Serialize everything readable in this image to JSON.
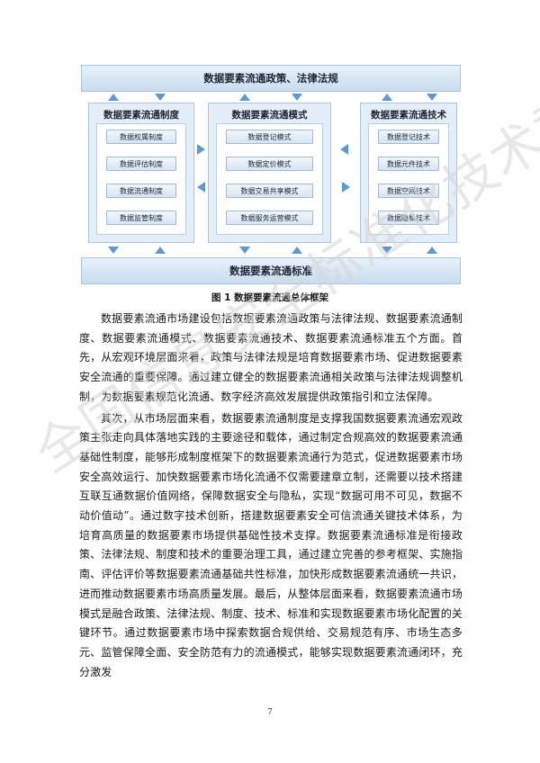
{
  "diagram": {
    "top_banner": "数据要素流通政策、法律法规",
    "bottom_banner": "数据要素流通标准",
    "columns": [
      {
        "title": "数据要素流通制度",
        "items": [
          "数据权属制度",
          "数据评估制度",
          "数据流通制度",
          "数据监管制度"
        ]
      },
      {
        "title": "数据要素流通模式",
        "items": [
          "数据登记模式",
          "数据定价模式",
          "数据交易共享模式",
          "数据服务运营模式"
        ]
      },
      {
        "title": "数据要素流通技术",
        "items": [
          "数据登记技术",
          "数据元件技术",
          "数据空间技术",
          "数据隐私技术"
        ]
      }
    ]
  },
  "caption": "图 1  数据要素流通总体框架",
  "paragraphs": [
    "数据要素流通市场建设包括数据要素流通政策与法律法规、数据要素流通制度、数据要素流通模式、数据要素流通技术、数据要素流通标准五个方面。首先，从宏观环境层面来看，政策与法律法规是培育数据要素市场、促进数据要素安全流通的重要保障。通过建立健全的数据要素流通相关政策与法律法规调整机制，为数据要素规范化流通、数字经济高效发展提供政策指引和立法保障。",
    "其次，从市场层面来看，数据要素流通制度是支撑我国数据要素流通宏观政策主张走向具体落地实践的主要途径和载体，通过制定合规高效的数据要素流通基础性制度，能够形成制度框架下的数据要素流通行为范式，促进数据要素市场安全高效运行、加快数据要素市场化流通不仅需要建章立制，还需要以技术搭建互联互通数据价值网络，保障数据安全与隐私，实现“数据可用不可见，数据不动价值动”。通过数字技术创新，搭建数据要素安全可信流通关键技术体系，为培育高质量的数据要素市场提供基础性技术支撑。数据要素流通标准是衔接政策、法律法规、制度和技术的重要治理工具，通过建立完善的参考框架、实施指南、评估评价等数据要素流通基础共性标准，加快形成数据要素流通统一共识，进而推动数据要素市场高质量发展。最后，从整体层面来看，数据要素流通市场模式是融合政策、法律法规、制度、技术、标准和实现数据要素市场化配置的关键环节。通过数据要素市场中探索数据合规供给、交易规范有序、市场生态多元、监管保障全面、安全防范有力的流通模式，能够实现数据要素流通闭环，充分激发"
  ],
  "page_number": "7",
  "watermark": "全国信息安全标准化技术委员会大数据安全标准特别工作组",
  "colors": {
    "arrow": "#5f97cf",
    "panel": "#e4eef8",
    "banner": "#c9ddf0"
  }
}
